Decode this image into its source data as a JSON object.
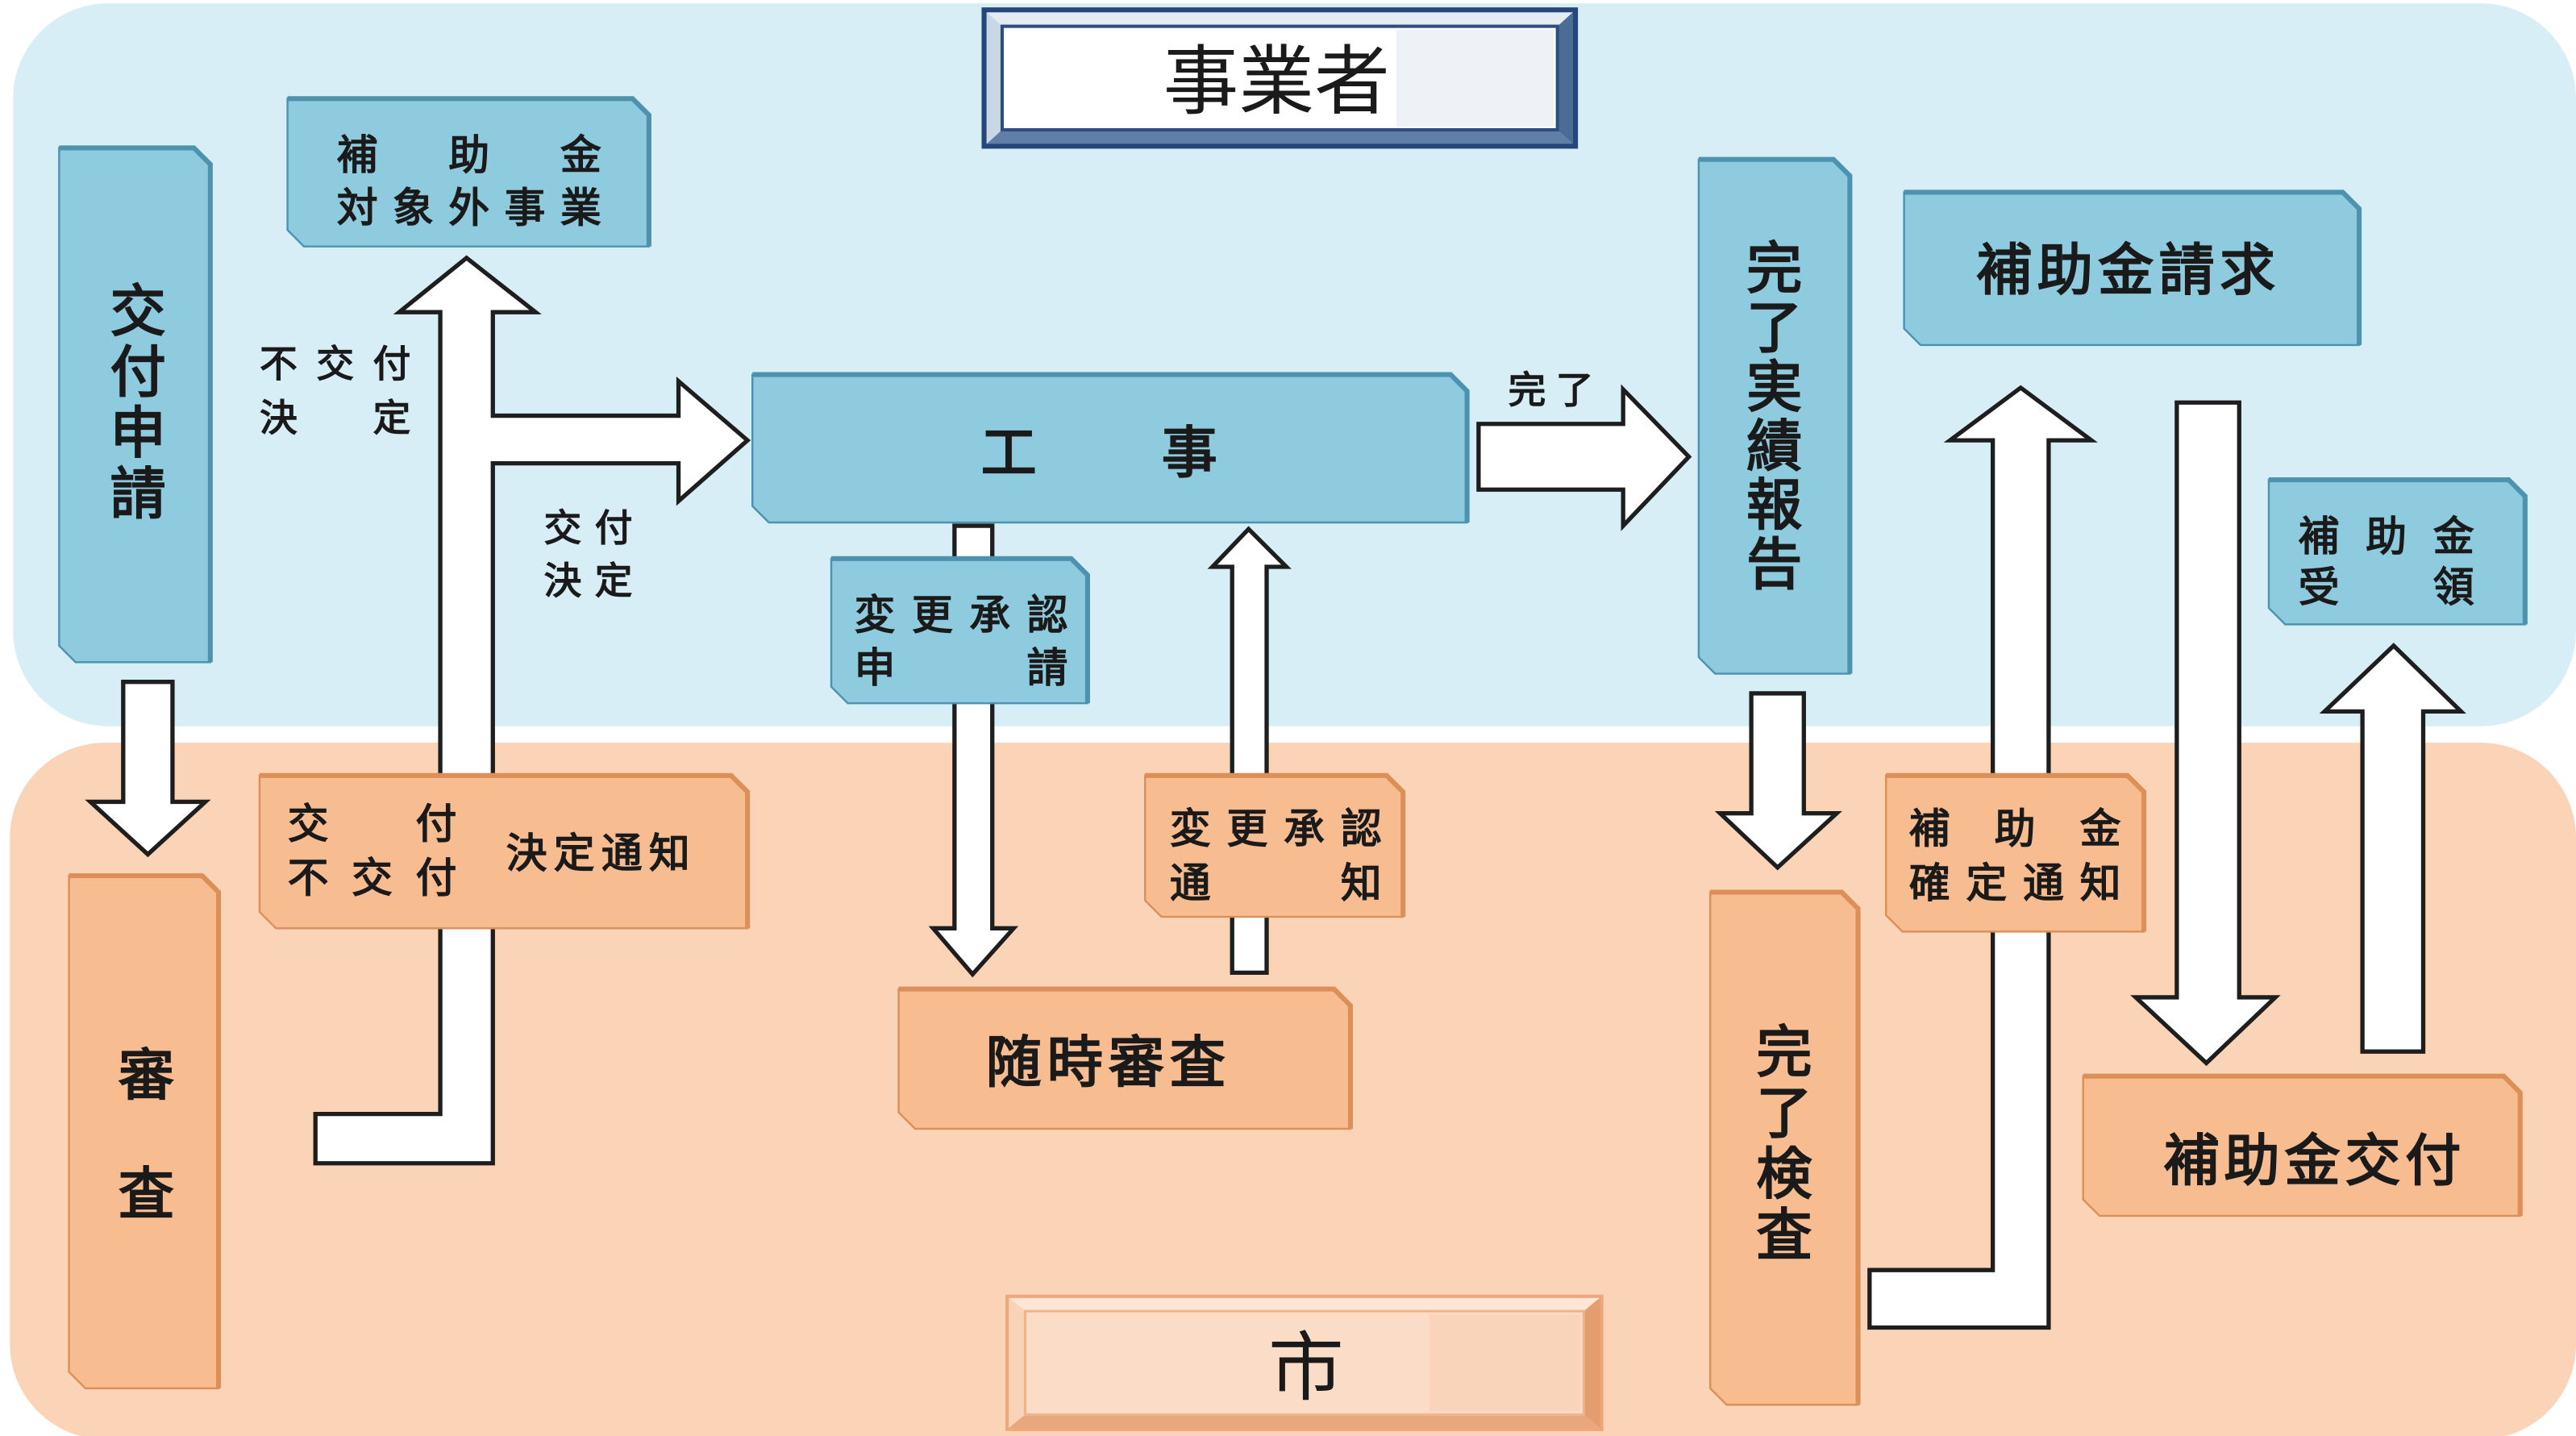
{
  "parties": {
    "business_operator": "事業者",
    "city": "市"
  },
  "business_steps": {
    "grant_application": "交付申請",
    "out_of_scope_project": {
      "line1": "補助金",
      "line2": "対象外事業"
    },
    "construction": "工事",
    "change_approval_request": {
      "line1": "変更承認",
      "line2": "申請"
    },
    "completion_report": "完了実績報告",
    "grant_claim": "補助金請求",
    "grant_receipt": {
      "line1": "補助金",
      "line2": "受領"
    }
  },
  "city_steps": {
    "review": "審査",
    "grant_decision_notice": {
      "line1": "交付",
      "line2": "不交付",
      "suffix": "決定通知"
    },
    "ad_hoc_review": "随時審査",
    "change_approval_notice": {
      "line1": "変更承認",
      "line2": "通知"
    },
    "completion_inspection": "完了検査",
    "grant_confirmation_notice": {
      "line1": "補助金",
      "line2": "確定通知"
    },
    "grant_payment": "補助金交付"
  },
  "arrow_labels": {
    "non_grant_decision": {
      "line1": "不交付",
      "line2": "決定"
    },
    "grant_decision": {
      "line1": "交付",
      "line2": "決定"
    },
    "completed": "完了"
  },
  "colors": {
    "business_area": "#d8eef6",
    "city_area": "#fbd3b7",
    "business_box": "#8fcbde",
    "business_box_edge": "#4d93b0",
    "city_box": "#f7bd91",
    "city_box_edge": "#dd8f58",
    "arrow_fill": "#ffffff",
    "arrow_stroke": "#1e1e1e",
    "title_frame": "#24467a",
    "text": "#1a1a1a"
  }
}
